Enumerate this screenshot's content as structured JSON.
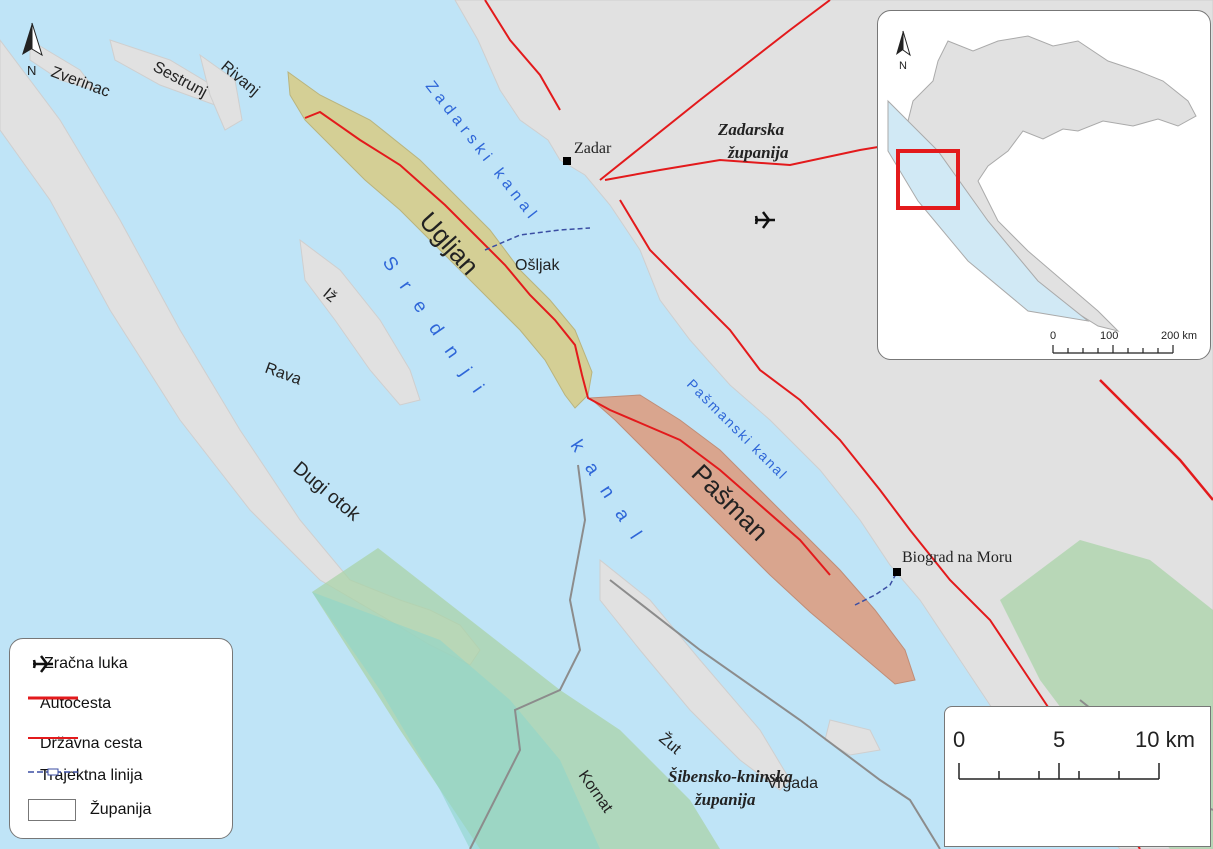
{
  "colors": {
    "sea": "#bfe4f7",
    "land": "#e1e1e1",
    "land_stroke": "#cfcfcf",
    "ugljan": "#d4cf95",
    "pasman": "#d9a58e",
    "park_green": "#a9d3a8",
    "park_teal": "#8fd6c9",
    "road": "#e31a1c",
    "ferry": "#3b4ea3",
    "border": "#8c8c8c",
    "channel_text": "#2e66d8",
    "inset_frame": "#e31a1c"
  },
  "labels": {
    "islands": {
      "zverinac": "Zverinac",
      "sestrunj": "Sestrunj",
      "rivanj": "Rivanj",
      "ugljan": "Ugljan",
      "osljak": "Ošljak",
      "iz": "Iž",
      "rava": "Rava",
      "dugi_otok": "Dugi otok",
      "pasman": "Pašman",
      "zut": "Žut",
      "kornat": "Kornat",
      "vrgada": "Vrgada"
    },
    "towns": {
      "zadar": "Zadar",
      "biograd": "Biograd na Moru"
    },
    "counties": {
      "zadarska_line1": "Zadarska",
      "zadarska_line2": "županija",
      "sibensko_line1": "Šibensko-kninska",
      "sibensko_line2": "županija"
    },
    "channels": {
      "zadarski": "Zadarski kanal",
      "srednji_1": "Srednji",
      "srednji_2": "kanal",
      "pasmanski": "Pašmanski kanal"
    }
  },
  "north_label": "N",
  "legend": {
    "items": [
      {
        "symbol": "airport-icon",
        "label": "Zračna luka"
      },
      {
        "symbol": "motorway-line",
        "label": "Autocesta"
      },
      {
        "symbol": "state-road-line",
        "label": "Državna cesta"
      },
      {
        "symbol": "ferry-line",
        "label": "Trajektna linija"
      },
      {
        "symbol": "county-box",
        "label": "Županija"
      }
    ]
  },
  "scale_bar": {
    "ticks": [
      "0",
      "5",
      "10 km"
    ]
  },
  "inset": {
    "north_label": "N",
    "scale_ticks": [
      "0",
      "100",
      "200 km"
    ]
  }
}
